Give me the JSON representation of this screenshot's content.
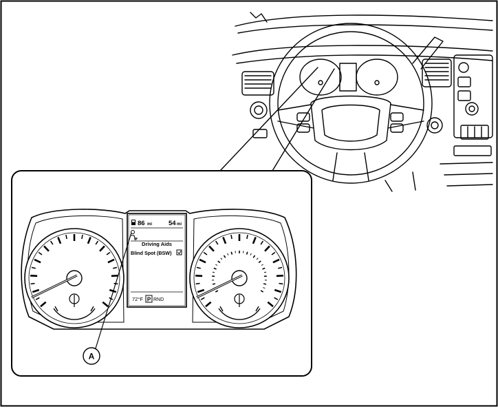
{
  "display": {
    "range_left": "86",
    "range_left_unit": "mi",
    "range_right": "54",
    "range_right_unit": "mi",
    "menu_title": "Driving Aids",
    "menu_item": "Blind Spot (BSW)",
    "temperature": "72°F",
    "gear_selected": "P",
    "gear_others": "RND"
  },
  "callout_label": "A",
  "icons": {
    "fuel": "fuel-pump-icon",
    "driving_aids": "driving-aids-icon",
    "checkbox": "checked-box-icon",
    "gear_box": "park-indicator-icon"
  }
}
